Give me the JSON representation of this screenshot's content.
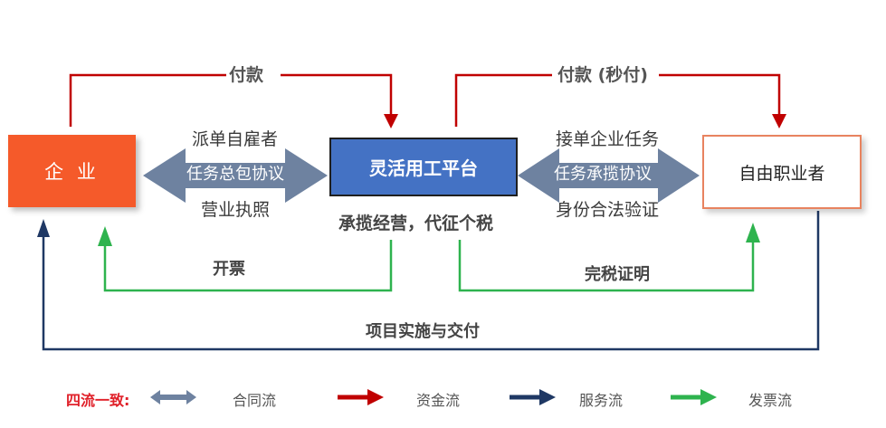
{
  "nodes": {
    "enterprise": "企 业",
    "platform": "灵活用工平台",
    "freelancer": "自由职业者"
  },
  "flows": {
    "payment_left": "付款",
    "payment_right": "付款 (秒付)",
    "left_contract_lines": [
      "派单自雇者",
      "任务总包协议",
      "营业执照"
    ],
    "right_contract_lines": [
      "接单企业任务",
      "任务承揽协议",
      "身份合法验证"
    ],
    "platform_note": "承揽经营，代征个税",
    "invoice": "开票",
    "tax_certificate": "完税证明",
    "delivery": "项目实施与交付"
  },
  "legend": {
    "title": "四流一致:",
    "items": [
      {
        "label": "合同流",
        "color": "#6e82a0"
      },
      {
        "label": "资金流",
        "color": "#c00000"
      },
      {
        "label": "服务流",
        "color": "#1f3864"
      },
      {
        "label": "发票流",
        "color": "#2eb34e"
      }
    ]
  },
  "colors": {
    "contract": "#6e82a0",
    "money": "#c00000",
    "service": "#1f3864",
    "invoice": "#2eb34e"
  }
}
